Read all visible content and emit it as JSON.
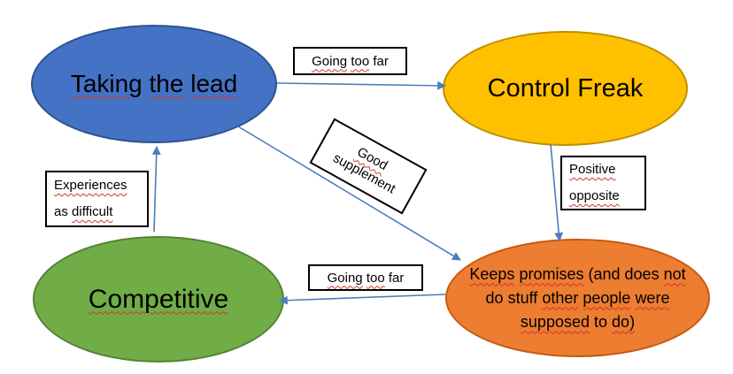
{
  "app": {
    "background": "#FFFFFF"
  },
  "colors": {
    "arrow": "#4A7EBD",
    "squiggle_red": "#D0342C",
    "label_border": "#000000",
    "label_background": "#FFFFFF",
    "node_text": "#000000"
  },
  "nodes": {
    "taking_the_lead": {
      "label": "Taking the lead",
      "words": [
        {
          "t": "Taking",
          "sq": true
        },
        {
          "t": "the",
          "sq": true
        },
        {
          "t": "lead",
          "sq": true
        }
      ],
      "fill": "#4472C4",
      "border": "#2F528F"
    },
    "control_freak": {
      "label": "Control Freak",
      "words": [
        {
          "t": "Control"
        },
        {
          "t": "Freak"
        }
      ],
      "fill": "#FFC000",
      "border": "#BF9000"
    },
    "competitive": {
      "label": "Competitive",
      "words": [
        {
          "t": "Competitive",
          "sq": true
        }
      ],
      "fill": "#70AD47",
      "border": "#548235"
    },
    "keeps_promises": {
      "label": "Keeps promises (and does not do stuff other people were supposed to do)",
      "lines": [
        [
          {
            "t": "Keeps",
            "sq": true
          },
          {
            "t": "promises",
            "sq": true
          },
          {
            "t": "(and"
          },
          {
            "t": "does"
          },
          {
            "t": "not",
            "sq": true
          }
        ],
        [
          {
            "t": "do"
          },
          {
            "t": "stuff"
          },
          {
            "t": "other",
            "sq": true
          },
          {
            "t": "people",
            "sq": true
          },
          {
            "t": "were",
            "sq": true
          }
        ],
        [
          {
            "t": "supposed",
            "sq": true
          },
          {
            "t": "to"
          },
          {
            "t": "do)",
            "sq": true
          }
        ]
      ],
      "fill": "#ED7D31",
      "border": "#C55A11"
    }
  },
  "edge_labels": {
    "going_too_far_top": {
      "label": "Going too far",
      "words": [
        {
          "t": "Going",
          "sq": true
        },
        {
          "t": "too",
          "sq": true
        },
        {
          "t": "far"
        }
      ]
    },
    "good_supplement": {
      "label": "Good supplement",
      "lines": [
        [
          {
            "t": "Good",
            "sq": true
          }
        ],
        [
          {
            "t": "supplement"
          }
        ]
      ]
    },
    "experiences_as_difficult": {
      "label": "Experiences as difficult",
      "lines": [
        [
          {
            "t": "Experiences",
            "sq": true
          }
        ],
        [
          {
            "t": "as"
          },
          {
            "t": "difficult",
            "sq": true
          }
        ]
      ]
    },
    "positive_opposite": {
      "label": "Positive opposite",
      "lines": [
        [
          {
            "t": "Positive",
            "sq": true
          }
        ],
        [
          {
            "t": "opposite",
            "sq": true
          }
        ]
      ]
    },
    "going_too_far_bottom": {
      "label": "Going too far",
      "words": [
        {
          "t": "Going",
          "sq": true
        },
        {
          "t": "too",
          "sq": true
        },
        {
          "t": "far"
        }
      ]
    }
  },
  "edges": [
    {
      "from": "Taking the lead",
      "to": "Control Freak",
      "label": "Going too far"
    },
    {
      "from": "Control Freak",
      "to": "Keeps promises (and does not do stuff other people were supposed to do)",
      "label": "Positive opposite"
    },
    {
      "from": "Keeps promises (and does not do stuff other people were supposed to do)",
      "to": "Competitive",
      "label": "Going too far"
    },
    {
      "from": "Competitive",
      "to": "Taking the lead",
      "label": "Experiences as difficult"
    },
    {
      "from": "Taking the lead",
      "to": "Keeps promises (and does not do stuff other people were supposed to do)",
      "label": "Good supplement"
    }
  ]
}
